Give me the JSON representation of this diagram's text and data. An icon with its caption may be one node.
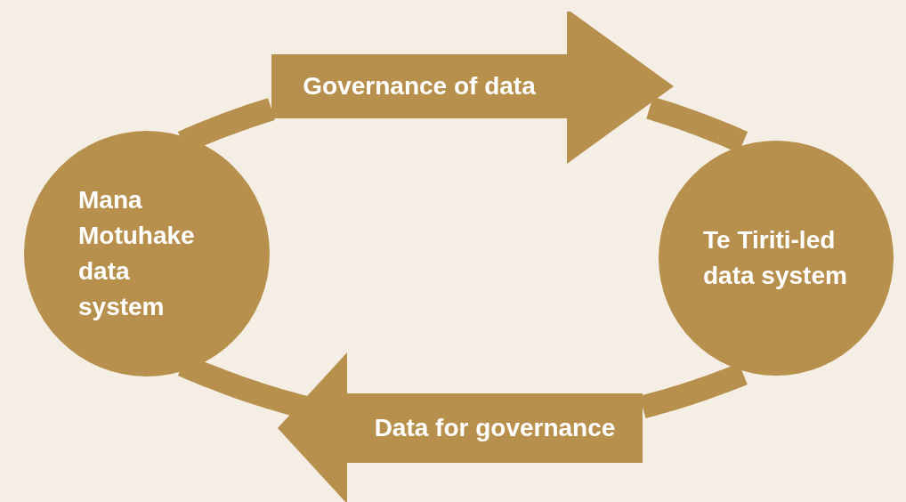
{
  "diagram": {
    "nodes": [
      {
        "text": [
          "Governance of data"
        ]
      },
      {
        "text": [
          "Mana Motuhake data system"
        ]
      },
      {
        "text": [
          "Te Tiriti-led data system"
        ]
      },
      {
        "text": [
          "Data for governance"
        ]
      }
    ],
    "edges": [
      {
        "from": 1,
        "to": 0,
        "arrow": "none"
      },
      {
        "from": 0,
        "to": 2,
        "arrow": "none"
      },
      {
        "from": 2,
        "to": 3,
        "arrow": "none"
      },
      {
        "from": 3,
        "to": 1,
        "arrow": "none"
      }
    ]
  }
}
